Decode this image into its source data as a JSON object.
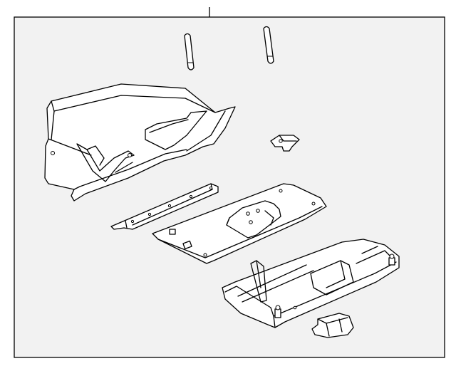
{
  "diagram": {
    "frame_background": "#f2f2f2",
    "line_color": "#000000",
    "parts": [
      {
        "id": "part-1",
        "icon": "pin-icon"
      },
      {
        "id": "part-2",
        "icon": "pin-icon"
      },
      {
        "id": "part-3",
        "icon": "glove-box-housing-icon"
      },
      {
        "id": "part-4",
        "icon": "bracket-clip-icon"
      },
      {
        "id": "part-5",
        "icon": "mounting-strip-icon"
      },
      {
        "id": "part-6",
        "icon": "door-inner-panel-icon"
      },
      {
        "id": "part-7",
        "icon": "glove-box-door-icon"
      },
      {
        "id": "part-8",
        "icon": "latch-striker-icon"
      }
    ]
  }
}
